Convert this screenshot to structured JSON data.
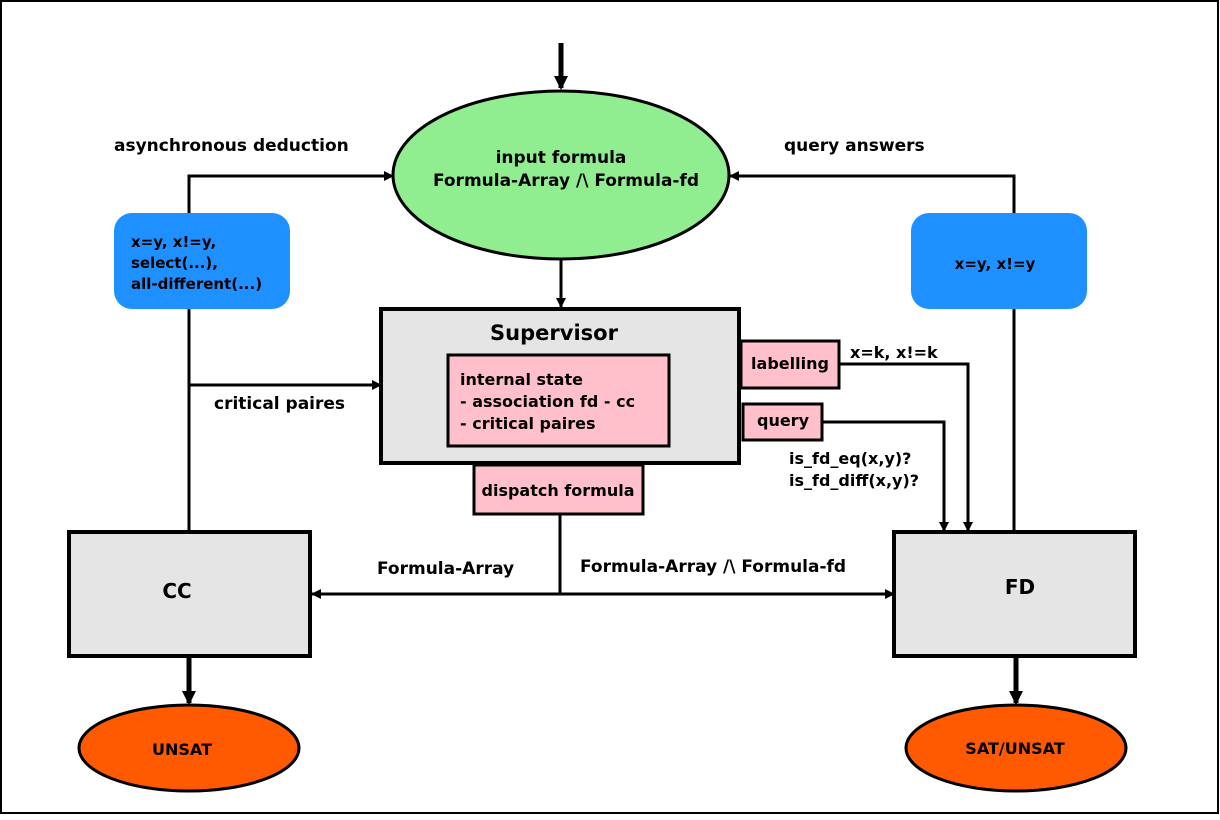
{
  "colors": {
    "green_node": "#90ee90",
    "blue_node": "#1e90ff",
    "pink_node": "#ffc0cb",
    "gray_node": "#e5e5e5",
    "orange_node": "#ff5a00",
    "stroke": "#000000"
  },
  "nodes": {
    "input_formula": {
      "line1": "input formula",
      "line2": "Formula-Array /\\ Formula-fd"
    },
    "supervisor": {
      "title": "Supervisor"
    },
    "internal_state": {
      "line1": "internal state",
      "line2": "- association fd - cc",
      "line3": "- critical paires"
    },
    "dispatch": {
      "label": "dispatch formula"
    },
    "labelling": {
      "label": "labelling"
    },
    "query": {
      "label": "query"
    },
    "cc": {
      "label": "CC"
    },
    "fd": {
      "label": "FD"
    },
    "cc_out": {
      "label": "UNSAT"
    },
    "fd_out": {
      "label": "SAT/UNSAT"
    },
    "cc_eq": {
      "line1": "x=y, x!=y,",
      "line2": "select(...),",
      "line3": "all-different(...)"
    },
    "fd_eq": {
      "label": "x=y, x!=y"
    }
  },
  "edge_labels": {
    "async": "asynchronous deduction",
    "query_answers": "query answers",
    "critical": "critical paires",
    "labelling_out": "x=k, x!=k",
    "query_line1": "is_fd_eq(x,y)?",
    "query_line2": "is_fd_diff(x,y)?",
    "to_cc": "Formula-Array",
    "to_fd": "Formula-Array /\\ Formula-fd"
  }
}
